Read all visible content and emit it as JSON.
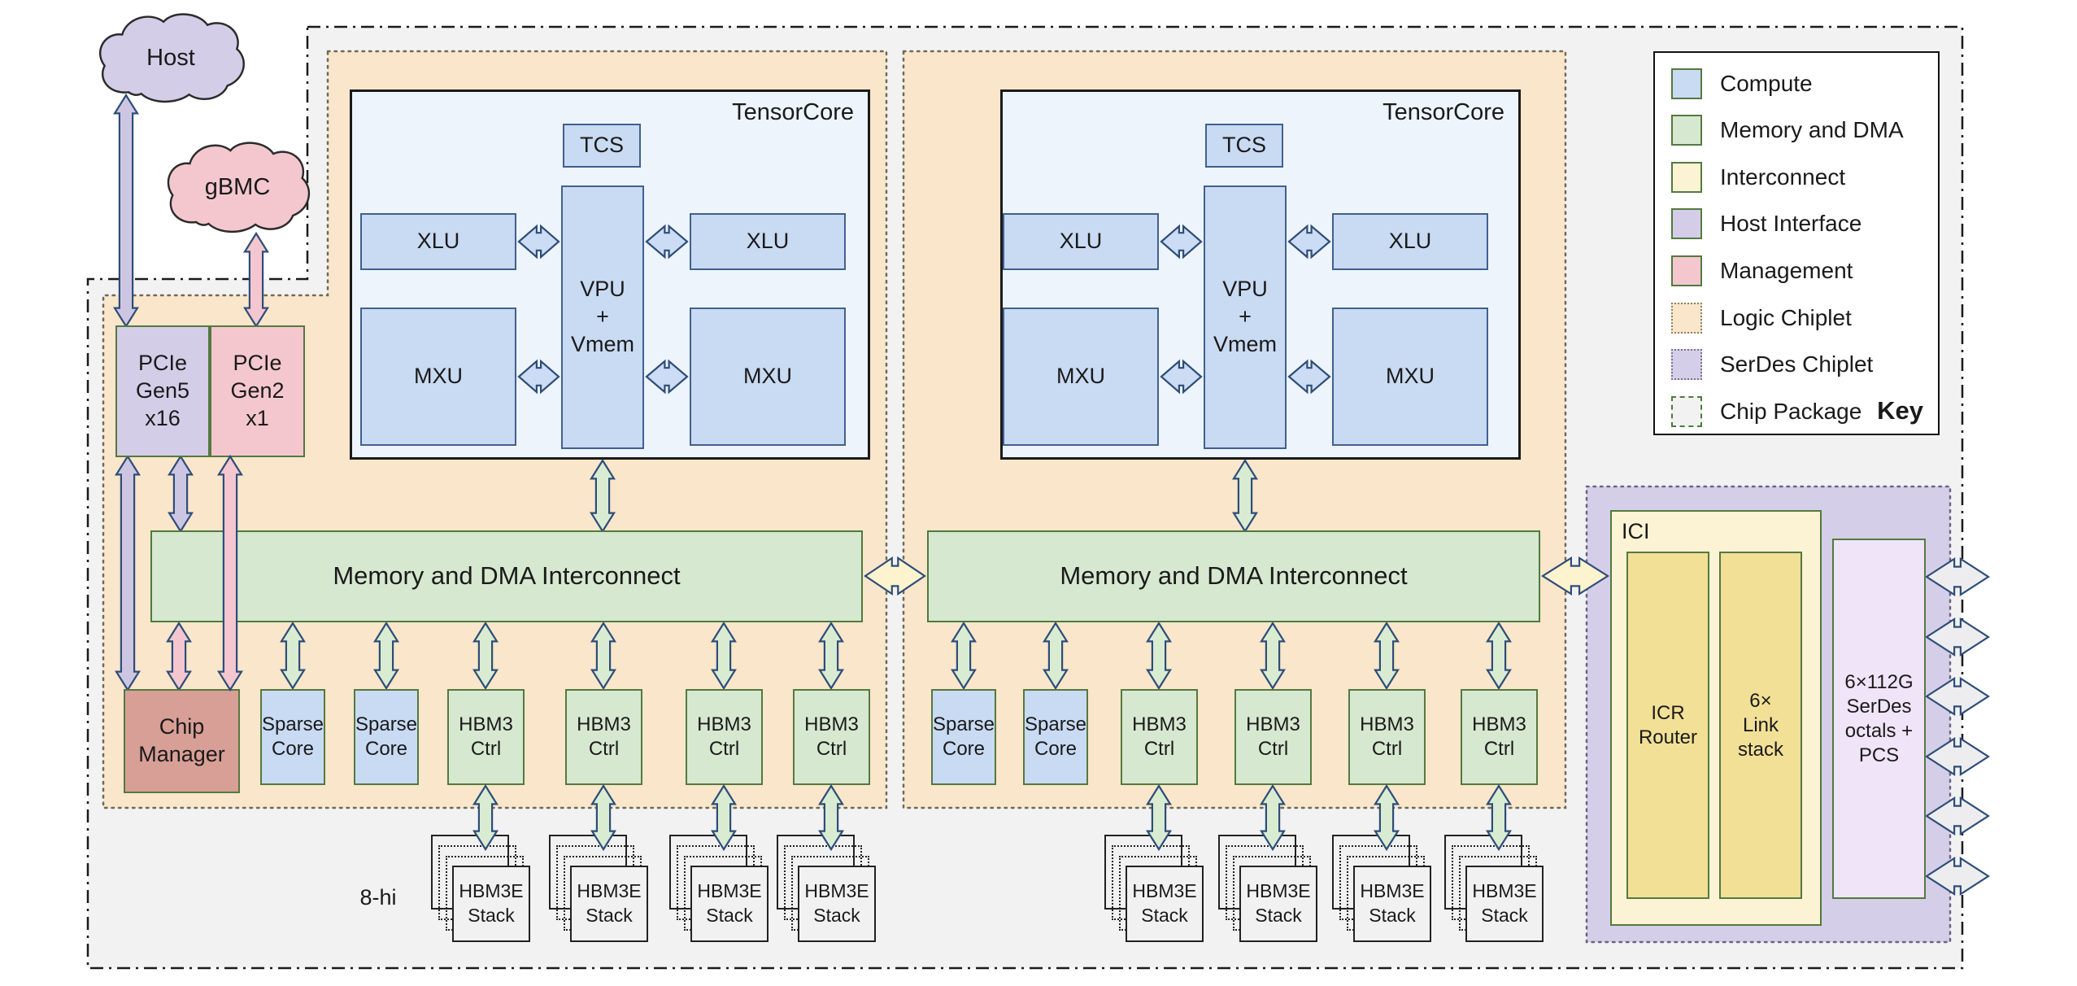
{
  "colors": {
    "compute": "#c9daf3",
    "memory": "#d7e8d0",
    "interconnect": "#fbf3d3",
    "interconnect_deep": "#f2e096",
    "host_interface": "#d4cde8",
    "management": "#f4c7cf",
    "chip_manager": "#d89f96",
    "logic_chiplet": "#f9e6cb",
    "serdes_chiplet": "#d5cee8",
    "serdes_box": "#f0e4f8",
    "package": "#f2f2f3",
    "tensorcore_bg": "#edf4fc",
    "stack_bg": "#f1f1f2",
    "border_green": "#54793f",
    "border_blue": "#41608f",
    "border_dark": "#1a1a1a",
    "arrow_stroke": "#2e4d78",
    "arrows": {
      "lav": "#cdc6e3",
      "pink": "#f3c6d0",
      "green": "#d9ecd2",
      "blue": "#ccdcf4",
      "yellow": "#fdf3cf",
      "gray": "#ededef"
    }
  },
  "clouds": {
    "host": "Host",
    "gbmc": "gBMC"
  },
  "host_io": {
    "pcie_gen5": "PCIe\nGen5\nx16",
    "pcie_gen2": "PCIe\nGen2\nx1"
  },
  "tensorcore": {
    "label": "TensorCore",
    "tcs": "TCS",
    "xlu": "XLU",
    "vpu": "VPU\n+\nVmem",
    "mxu": "MXU"
  },
  "interconnect": {
    "bar_label": "Memory and DMA Interconnect"
  },
  "management": {
    "chip_manager": "Chip\nManager"
  },
  "compute": {
    "sparse_core": "Sparse\nCore"
  },
  "memory": {
    "hbm3_ctrl": "HBM3\nCtrl",
    "hbm3e_stack": "HBM3E\nStack",
    "stack_height_label": "8-hi"
  },
  "ici": {
    "label": "ICI",
    "icr_router": "ICR\nRouter",
    "link_stack": "6×\nLink\nstack"
  },
  "serdes": {
    "octals": "6×112G\nSerDes\noctals +\nPCS"
  },
  "key": {
    "title": "Key",
    "items": [
      {
        "label": "Compute"
      },
      {
        "label": "Memory and DMA"
      },
      {
        "label": "Interconnect"
      },
      {
        "label": "Host Interface"
      },
      {
        "label": "Management"
      },
      {
        "label": "Logic Chiplet"
      },
      {
        "label": "SerDes Chiplet"
      },
      {
        "label": "Chip Package"
      }
    ]
  }
}
